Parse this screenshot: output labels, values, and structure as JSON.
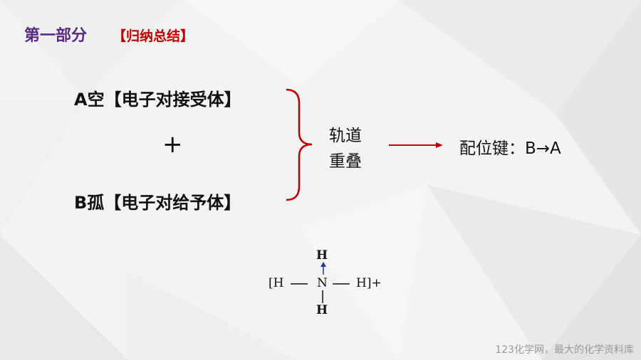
{
  "header": {
    "title": "第一部分",
    "tag": "【归纳总结】"
  },
  "diagram": {
    "acceptor": "A空【电子对接受体】",
    "plus": "+",
    "donor": "B孤【电子对给予体】",
    "orbital_line1": "轨道",
    "orbital_line2": "重叠",
    "result": "配位键：B→A"
  },
  "ammonium": {
    "left_bracket_h": "[H",
    "center_n": "N",
    "right_h_bracket": "H]+",
    "top_h": "H",
    "bottom_h": "H"
  },
  "footer": {
    "watermark": "123化学网，最大的化学资料库"
  },
  "colors": {
    "title": "#5a2a82",
    "accent": "#c00000",
    "arrow_blue": "#1f3a93"
  }
}
